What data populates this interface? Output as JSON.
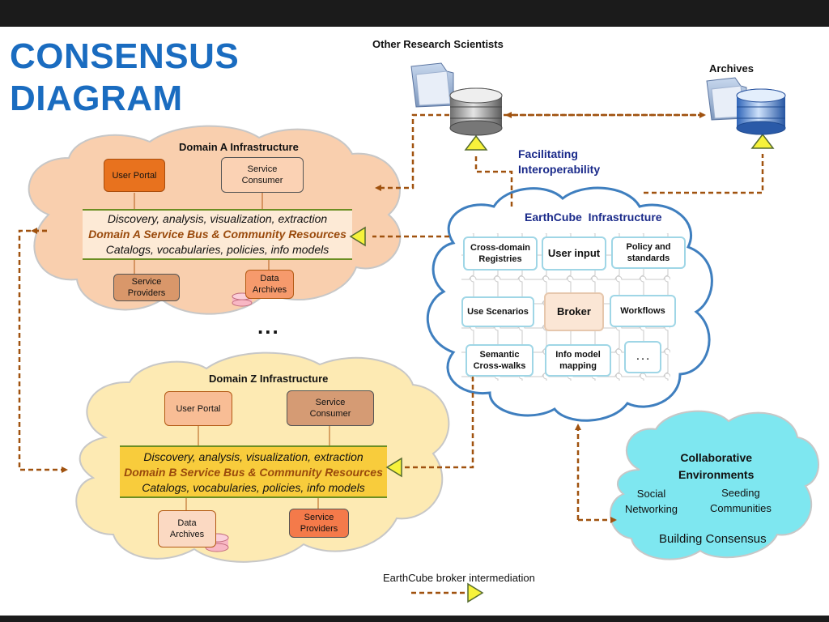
{
  "title": {
    "line1": "CONSENSUS",
    "line2": "DIAGRAM"
  },
  "top": {
    "other_scientists": "Other Research Scientists",
    "archives": "Archives",
    "facilitating_line1": "Facilitating",
    "facilitating_line2": "Interoperability"
  },
  "domain_a": {
    "title": "Domain A Infrastructure",
    "user_portal": "User Portal",
    "service_consumer_line1": "Service",
    "service_consumer_line2": "Consumer",
    "bus_line1": "Discovery, analysis, visualization, extraction",
    "bus_line2": "Domain A Service Bus  & Community Resources",
    "bus_line3": "Catalogs, vocabularies, policies, info models",
    "service_providers_line1": "Service",
    "service_providers_line2": "Providers",
    "data_archives_line1": "Data",
    "data_archives_line2": "Archives"
  },
  "ellipsis": "...",
  "domain_z": {
    "title": "Domain Z Infrastructure",
    "user_portal": "User Portal",
    "service_consumer_line1": "Service",
    "service_consumer_line2": "Consumer",
    "bus_line1": "Discovery, analysis, visualization, extraction",
    "bus_line2": "Domain B Service Bus & Community Resources",
    "bus_line3": "Catalogs, vocabularies, policies, info models",
    "data_archives_line1": "Data",
    "data_archives_line2": "Archives",
    "service_providers_line1": "Service",
    "service_providers_line2": "Providers"
  },
  "earthcube": {
    "title": "EarthCube  Infrastructure",
    "tiles": {
      "cross_domain_line1": "Cross-domain",
      "cross_domain_line2": "Registries",
      "user_input": "User input",
      "policy_line1": "Policy and",
      "policy_line2": "standards",
      "use_scenarios": "Use Scenarios",
      "broker": "Broker",
      "workflows": "Workflows",
      "semantic_line1": "Semantic",
      "semantic_line2": "Cross-walks",
      "info_model_line1": "Info model",
      "info_model_line2": "mapping",
      "more": ". . ."
    }
  },
  "collab": {
    "title_line1": "Collaborative",
    "title_line2": "Environments",
    "social_line1": "Social",
    "social_line2": "Networking",
    "seeding_line1": "Seeding",
    "seeding_line2": "Communities",
    "building": "Building Consensus"
  },
  "legend": {
    "label": "EarthCube broker intermediation"
  },
  "colors": {
    "title_blue": "#1a6cc0",
    "arrow_brown": "#a0520f",
    "cloud_a": "#f9cfae",
    "cloud_z": "#fdeab3",
    "cloud_collab": "#7ee7f0",
    "earthcube_border": "#3f7fbf",
    "navy_text": "#1a2a8a",
    "triangle_yellow": "#f7f23b"
  },
  "icons": {
    "scientists": "folder-database-icon",
    "archives": "folder-database-icon",
    "disk": "database-disk-icon",
    "arrowhead": "triangle-arrowhead-icon"
  }
}
